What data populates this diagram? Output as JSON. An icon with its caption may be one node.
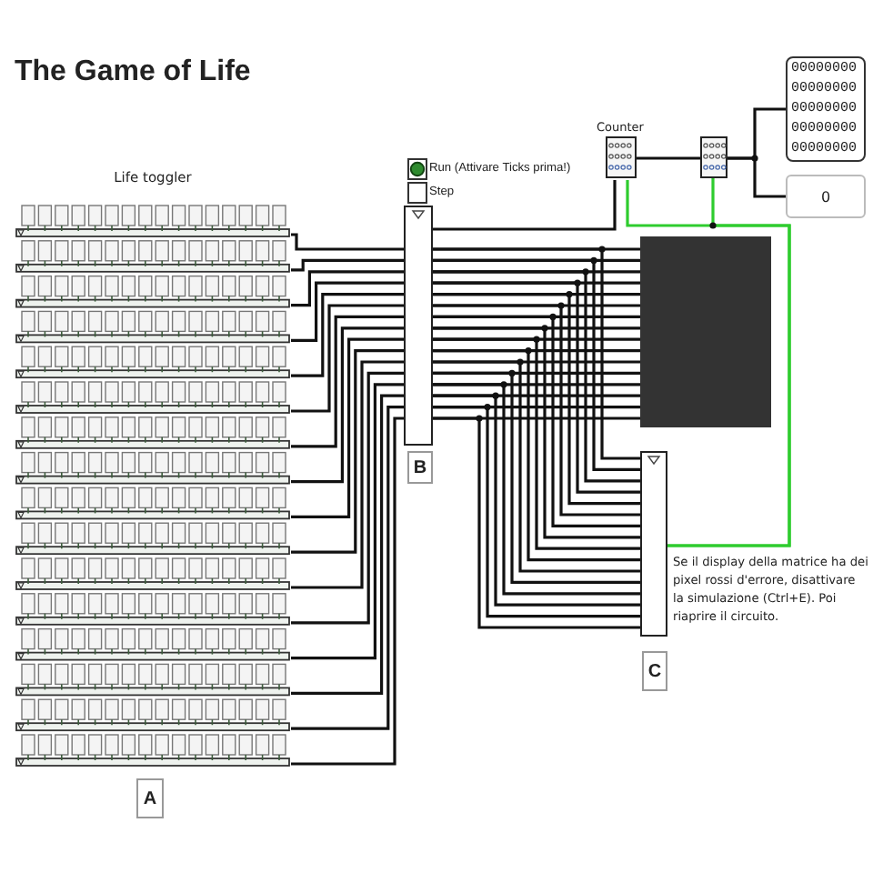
{
  "diagram": {
    "title": "The Game of Life",
    "nodes": [
      {
        "text": [
          "Life toggler"
        ]
      },
      {
        "text": [
          "Run (Attivare Ticks prima!)"
        ]
      },
      {
        "text": [
          "Step"
        ]
      },
      {
        "text": [],
        "shape": "box"
      },
      {
        "text": [
          "B"
        ]
      },
      {
        "text": [
          "Counter"
        ]
      },
      {
        "text": [],
        "shape": "box"
      },
      {
        "text": [
          "00000000",
          "00000000",
          "00000000",
          "00000000",
          "00000000"
        ]
      },
      {
        "text": [
          "0"
        ]
      },
      {
        "text": [],
        "shape": "box"
      },
      {
        "text": [],
        "shape": "box"
      },
      {
        "text": [
          "C"
        ]
      },
      {
        "text": [
          "A"
        ]
      }
    ],
    "edges": [
      {
        "from": 0,
        "to": 3,
        "arrow": "none"
      },
      {
        "from": 0,
        "to": 3,
        "arrow": "none"
      },
      {
        "from": 0,
        "to": 3,
        "arrow": "none"
      },
      {
        "from": 0,
        "to": 3,
        "arrow": "none"
      },
      {
        "from": 0,
        "to": 3,
        "arrow": "none"
      },
      {
        "from": 0,
        "to": 3,
        "arrow": "none"
      },
      {
        "from": 0,
        "to": 3,
        "arrow": "none"
      },
      {
        "from": 0,
        "to": 3,
        "arrow": "none"
      },
      {
        "from": 0,
        "to": 3,
        "arrow": "none"
      },
      {
        "from": 0,
        "to": 3,
        "arrow": "none"
      },
      {
        "from": 0,
        "to": 3,
        "arrow": "none"
      },
      {
        "from": 0,
        "to": 3,
        "arrow": "none"
      },
      {
        "from": 0,
        "to": 3,
        "arrow": "none"
      },
      {
        "from": 0,
        "to": 3,
        "arrow": "none"
      },
      {
        "from": 0,
        "to": 3,
        "arrow": "none"
      },
      {
        "from": 0,
        "to": 3,
        "arrow": "none"
      },
      {
        "from": 3,
        "to": 9,
        "arrow": "none"
      },
      {
        "from": 3,
        "to": 9,
        "arrow": "none"
      },
      {
        "from": 3,
        "to": 9,
        "arrow": "none"
      },
      {
        "from": 3,
        "to": 9,
        "arrow": "none"
      },
      {
        "from": 3,
        "to": 9,
        "arrow": "none"
      },
      {
        "from": 3,
        "to": 9,
        "arrow": "none"
      },
      {
        "from": 3,
        "to": 9,
        "arrow": "none"
      },
      {
        "from": 3,
        "to": 9,
        "arrow": "none"
      },
      {
        "from": 3,
        "to": 9,
        "arrow": "none"
      },
      {
        "from": 3,
        "to": 9,
        "arrow": "none"
      },
      {
        "from": 3,
        "to": 9,
        "arrow": "none"
      },
      {
        "from": 3,
        "to": 9,
        "arrow": "none"
      },
      {
        "from": 3,
        "to": 9,
        "arrow": "none"
      },
      {
        "from": 3,
        "to": 9,
        "arrow": "none"
      },
      {
        "from": 3,
        "to": 9,
        "arrow": "none"
      },
      {
        "from": 3,
        "to": 9,
        "arrow": "none"
      },
      {
        "from": 3,
        "to": 10,
        "arrow": "none"
      },
      {
        "from": 3,
        "to": 10,
        "arrow": "none"
      },
      {
        "from": 3,
        "to": 10,
        "arrow": "none"
      },
      {
        "from": 3,
        "to": 10,
        "arrow": "none"
      },
      {
        "from": 3,
        "to": 10,
        "arrow": "none"
      },
      {
        "from": 3,
        "to": 10,
        "arrow": "none"
      },
      {
        "from": 3,
        "to": 10,
        "arrow": "none"
      },
      {
        "from": 3,
        "to": 10,
        "arrow": "none"
      },
      {
        "from": 3,
        "to": 10,
        "arrow": "none"
      },
      {
        "from": 3,
        "to": 10,
        "arrow": "none"
      },
      {
        "from": 3,
        "to": 10,
        "arrow": "none"
      },
      {
        "from": 3,
        "to": 10,
        "arrow": "none"
      },
      {
        "from": 3,
        "to": 10,
        "arrow": "none"
      },
      {
        "from": 3,
        "to": 10,
        "arrow": "none"
      },
      {
        "from": 3,
        "to": 10,
        "arrow": "none"
      },
      {
        "from": 3,
        "to": 10,
        "arrow": "none"
      },
      {
        "from": 3,
        "to": 5,
        "arrow": "none"
      },
      {
        "from": 5,
        "to": 6,
        "arrow": "none"
      },
      {
        "from": 6,
        "to": 7,
        "arrow": "none"
      },
      {
        "from": 6,
        "to": 8,
        "arrow": "none"
      },
      {
        "from": 5,
        "to": 10,
        "arrow": "none",
        "color": "#2ecc2e"
      },
      {
        "from": 6,
        "to": 10,
        "arrow": "none",
        "color": "#2ecc2e"
      }
    ],
    "labels": [
      "Se il display della matrice ha dei pixel rossi d'errore, disattivare la simulazione (Ctrl+E). Poi riaprire il circuito."
    ]
  }
}
